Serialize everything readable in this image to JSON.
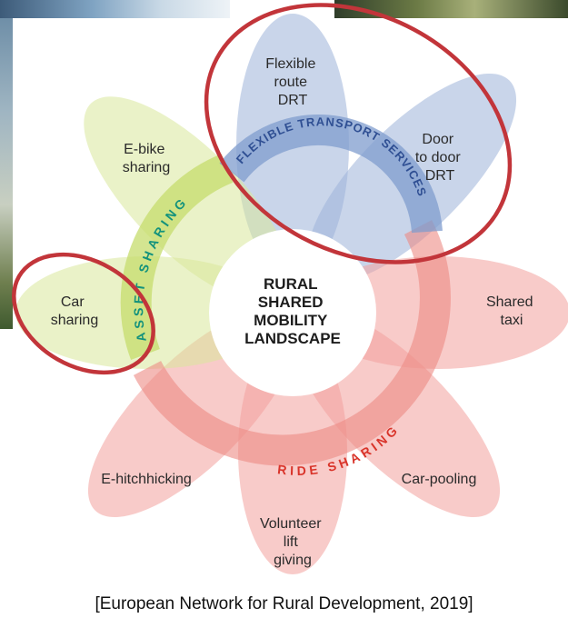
{
  "center": {
    "lines": [
      "RURAL",
      "SHARED",
      "MOBILITY",
      "LANDSCAPE"
    ]
  },
  "petals": [
    {
      "id": "flexible-route-drt",
      "group": "flexible",
      "lines": [
        "Flexible",
        "route",
        "DRT"
      ]
    },
    {
      "id": "door-to-door-drt",
      "group": "flexible",
      "lines": [
        "Door",
        "to door",
        "DRT"
      ]
    },
    {
      "id": "shared-taxi",
      "group": "ride",
      "lines": [
        "Shared",
        "taxi"
      ]
    },
    {
      "id": "car-pooling",
      "group": "ride",
      "lines": [
        "Car-pooling"
      ]
    },
    {
      "id": "volunteer-lift-giving",
      "group": "ride",
      "lines": [
        "Volunteer",
        "lift",
        "giving"
      ]
    },
    {
      "id": "e-hitchhicking",
      "group": "ride",
      "lines": [
        "E-hitchhicking"
      ]
    },
    {
      "id": "car-sharing",
      "group": "asset",
      "lines": [
        "Car",
        "sharing"
      ]
    },
    {
      "id": "e-bike-sharing",
      "group": "asset",
      "lines": [
        "E-bike",
        "sharing"
      ]
    }
  ],
  "rings": {
    "flexible": "FLEXIBLE TRANSPORT SERVICES",
    "asset": "ASSET SHARING",
    "ride": "RIDE SHARING"
  },
  "caption": "[European Network for Rural Development, 2019]",
  "colors": {
    "flexible_petal": "#9db3d8",
    "flexible_band": "#7f9ccd",
    "flexible_text": "#2f4f93",
    "asset_petal": "#d8e79a",
    "asset_band": "#c6dc6c",
    "asset_text": "#13927c",
    "ride_petal": "#f2a19c",
    "ride_band": "#ec8a83",
    "ride_text": "#d9342a",
    "highlight": "#c2353a"
  }
}
